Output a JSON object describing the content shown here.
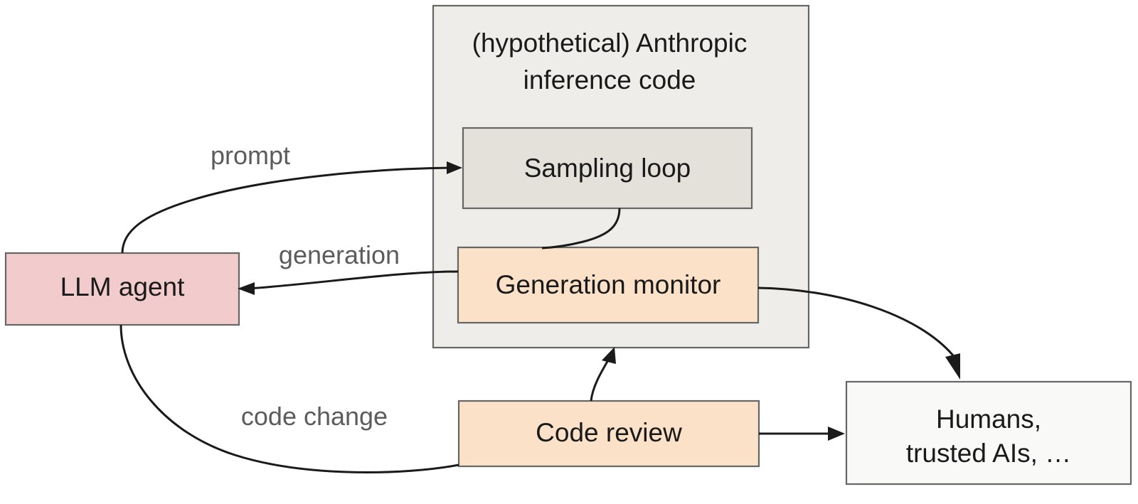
{
  "diagram": {
    "title_text": "",
    "background_color": "#ffffff",
    "container": {
      "label_line1": "(hypothetical) Anthropic",
      "label_line2": "inference code",
      "fill": "#eeedea",
      "stroke": "#666666"
    },
    "nodes": [
      {
        "id": "llm-agent",
        "label": "LLM agent",
        "fill": "#f2cccc",
        "stroke": "#666666"
      },
      {
        "id": "sampling-loop",
        "label": "Sampling loop",
        "fill": "#e3e1da",
        "stroke": "#666666"
      },
      {
        "id": "generation-monitor",
        "label": "Generation monitor",
        "fill": "#fae1c8",
        "stroke": "#666666"
      },
      {
        "id": "code-review",
        "label": "Code review",
        "fill": "#fae1c8",
        "stroke": "#666666"
      },
      {
        "id": "humans-trusted-ais",
        "label_line1": "Humans,",
        "label_line2": "trusted AIs, …",
        "fill": "#f9f9f7",
        "stroke": "#666666"
      }
    ],
    "edges": [
      {
        "id": "prompt",
        "label": "prompt",
        "from": "llm-agent",
        "to": "sampling-loop",
        "label_color": "#5c5c5c",
        "stroke": "#1a1a1a"
      },
      {
        "id": "generation",
        "label": "generation",
        "from": "generation-monitor",
        "to": "llm-agent",
        "label_color": "#5c5c5c",
        "stroke": "#1a1a1a"
      },
      {
        "id": "code-change",
        "label": "code change",
        "from": "llm-agent",
        "to": "code-review",
        "label_color": "#5c5c5c",
        "stroke": "#1a1a1a"
      },
      {
        "id": "sampling-to-monitor",
        "label": "",
        "from": "sampling-loop",
        "to": "generation-monitor",
        "stroke": "#1a1a1a"
      },
      {
        "id": "review-to-monitor",
        "label": "",
        "from": "code-review",
        "to": "generation-monitor",
        "stroke": "#1a1a1a"
      },
      {
        "id": "monitor-to-humans",
        "label": "",
        "from": "generation-monitor",
        "to": "humans-trusted-ais",
        "stroke": "#1a1a1a"
      },
      {
        "id": "review-to-humans",
        "label": "",
        "from": "code-review",
        "to": "humans-trusted-ais",
        "stroke": "#1a1a1a"
      }
    ]
  }
}
